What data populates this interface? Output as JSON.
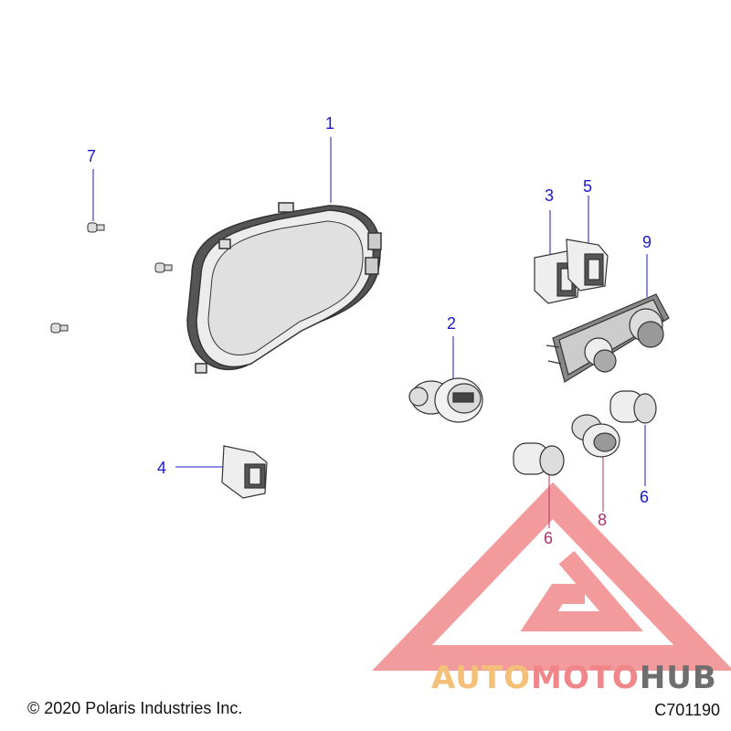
{
  "callouts": {
    "c1": "1",
    "c2": "2",
    "c3": "3",
    "c4": "4",
    "c5": "5",
    "c6a": "6",
    "c6b": "6",
    "c7": "7",
    "c8": "8",
    "c9": "9"
  },
  "footer": {
    "copyright": "© 2020 Polaris Industries Inc.",
    "drawing_id": "C701190"
  },
  "watermark": {
    "part1": "AUTO",
    "part2": "MOTO",
    "part3": "HUB"
  },
  "colors": {
    "callout": "#1a1acc",
    "callout_alt": "#b0306a",
    "watermark_red": "#e8484c",
    "watermark_orange": "#f4c078",
    "watermark_grey": "#6e6e6e"
  }
}
